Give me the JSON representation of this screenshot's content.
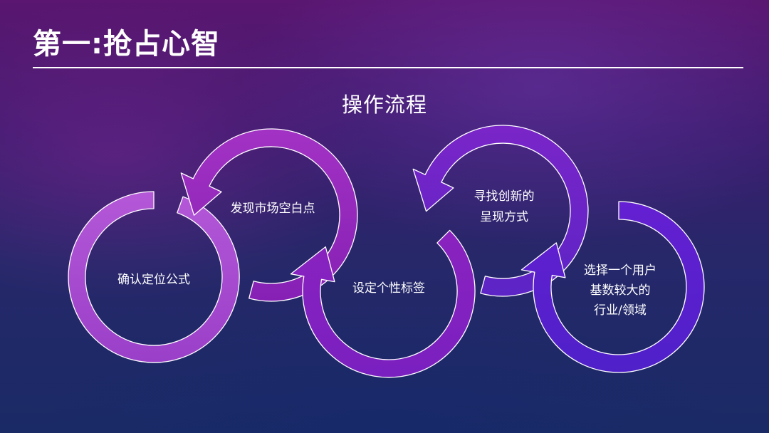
{
  "page_title": "第一:抢占心智",
  "subtitle": "操作流程",
  "steps": [
    {
      "lines": [
        "确认定位公式"
      ]
    },
    {
      "lines": [
        "发现市场空白点"
      ]
    },
    {
      "lines": [
        "设定个性标签"
      ]
    },
    {
      "lines": [
        "寻找创新的",
        "呈现方式"
      ]
    },
    {
      "lines": [
        "选择一个用户",
        "基数较大的",
        "行业/领域"
      ]
    }
  ],
  "colors": {
    "ring1": "#a74fd6",
    "ring2": "#9326bd",
    "ring3": "#8125c0",
    "ring4": "#6a28c7",
    "ring5": "#5a22d0",
    "outline": "#ffffff"
  }
}
